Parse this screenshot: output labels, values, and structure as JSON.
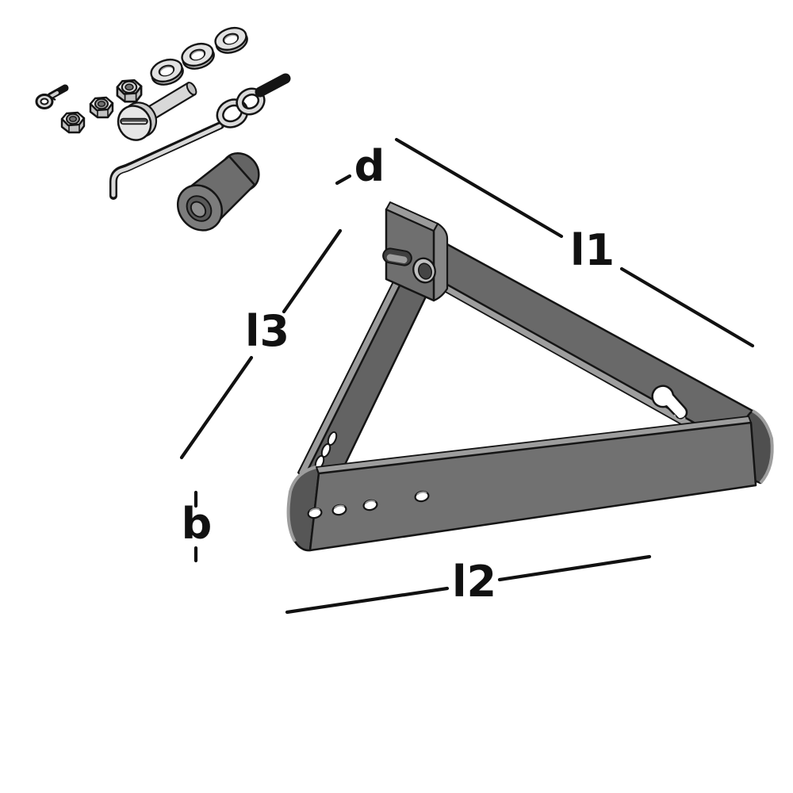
{
  "diagram": {
    "kind": "isometric technical illustration",
    "subject": "triangular-bracket-with-hardware-kit"
  },
  "labels": {
    "d": "d",
    "l1": "l1",
    "l3": "l3",
    "b": "b",
    "l2": "l2"
  },
  "colors": {
    "outline": "#151515",
    "bracket_face": "#6f6f6f",
    "bracket_face_dark": "#636363",
    "bracket_side_dark": "#525252",
    "bracket_edge_light": "#9d9d9d",
    "hardware_light": "#e2e2e2",
    "hardware_mid": "#c2c2c2",
    "roller_body": "#6d6d6d",
    "thread_black": "#141414",
    "background": "#ffffff"
  }
}
